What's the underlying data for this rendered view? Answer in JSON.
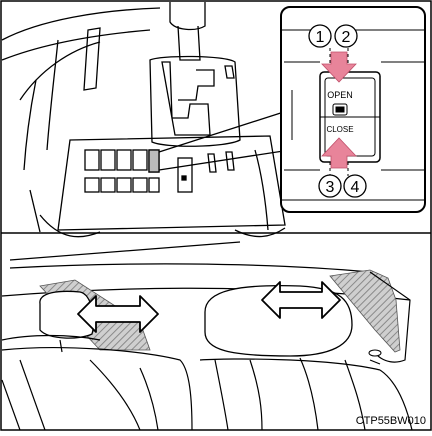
{
  "figure": {
    "code": "CTP55BW010"
  },
  "callout": {
    "open_label": "OPEN",
    "close_label": "CLOSE",
    "markers": [
      {
        "label": "1"
      },
      {
        "label": "2"
      },
      {
        "label": "3"
      },
      {
        "label": "4"
      }
    ]
  },
  "colors": {
    "line": "#000000",
    "arrow_fill": "#e8849a",
    "hatch": "#9a9a9a",
    "background": "#ffffff"
  },
  "icons": {
    "switch_symbol": "rear-sunshade-icon",
    "motion_arrow": "double-headed-arrow-icon"
  }
}
